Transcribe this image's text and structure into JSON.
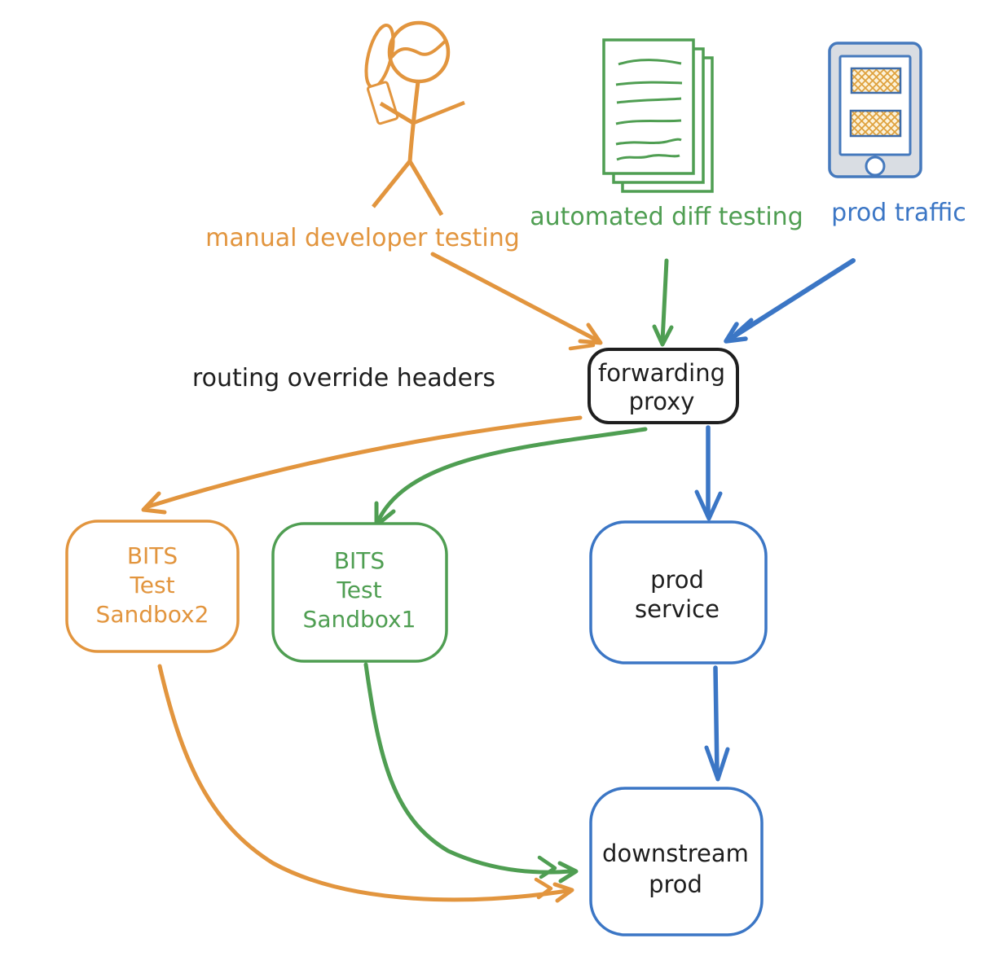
{
  "diagram_title": "",
  "colors": {
    "orange": "#e2953e",
    "green": "#4f9e52",
    "blue": "#3b76c5",
    "black": "#1e1e1e",
    "tablet_body": "#d9dde3",
    "tablet_outline": "#4579bd",
    "hatch_line": "#dfa23f",
    "hatch_bg": "#fcf2da",
    "background": "#ffffff"
  },
  "sources": {
    "manual": {
      "label": "manual developer testing",
      "icon": "person-icon",
      "color": "#e2953e"
    },
    "automated": {
      "label": "automated diff testing",
      "icon": "documents-icon",
      "color": "#4f9e52"
    },
    "prod": {
      "label": "prod traffic",
      "icon": "tablet-icon",
      "color": "#3b76c5"
    }
  },
  "annotations": {
    "routing": "routing override headers"
  },
  "nodes": {
    "forwarding_proxy": {
      "lines": [
        "forwarding",
        "proxy"
      ],
      "border": "#1e1e1e"
    },
    "bits_test_sandbox2": {
      "lines": [
        "BITS",
        "Test",
        "Sandbox2"
      ],
      "border": "#e2953e"
    },
    "bits_test_sandbox1": {
      "lines": [
        "BITS",
        "Test",
        "Sandbox1"
      ],
      "border": "#4f9e52"
    },
    "prod_service": {
      "lines": [
        "prod",
        "service"
      ],
      "border": "#3b76c5"
    },
    "downstream_prod": {
      "lines": [
        "downstream",
        "prod"
      ],
      "border": "#3b76c5"
    }
  },
  "edges": [
    {
      "from": "manual developer testing",
      "to": "forwarding proxy",
      "color": "#e2953e"
    },
    {
      "from": "automated diff testing",
      "to": "forwarding proxy",
      "color": "#4f9e52"
    },
    {
      "from": "prod traffic",
      "to": "forwarding proxy",
      "color": "#3b76c5"
    },
    {
      "from": "forwarding proxy",
      "to": "BITS Test Sandbox2",
      "color": "#e2953e"
    },
    {
      "from": "forwarding proxy",
      "to": "BITS Test Sandbox1",
      "color": "#4f9e52"
    },
    {
      "from": "forwarding proxy",
      "to": "prod service",
      "color": "#3b76c5"
    },
    {
      "from": "prod service",
      "to": "downstream prod",
      "color": "#3b76c5"
    },
    {
      "from": "BITS Test Sandbox2",
      "to": "downstream prod",
      "color": "#e2953e"
    },
    {
      "from": "BITS Test Sandbox1",
      "to": "downstream prod",
      "color": "#4f9e52"
    }
  ]
}
